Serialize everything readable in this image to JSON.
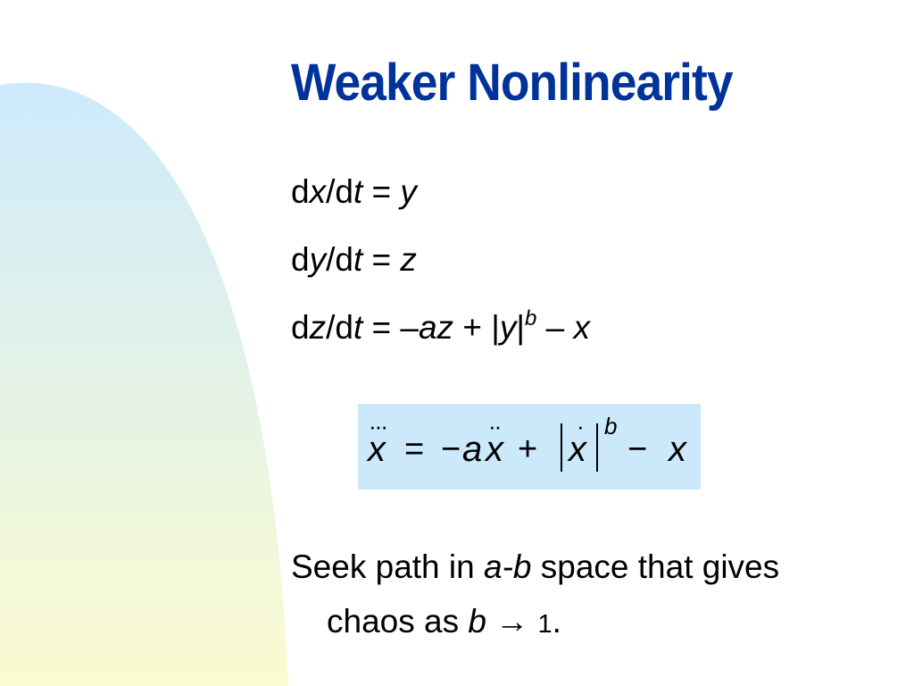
{
  "slide": {
    "title": "Weaker Nonlinearity",
    "equations": [
      {
        "d1": "d",
        "v1": "x",
        "slash": "/d",
        "v2": "t",
        "eq": " = ",
        "rhs": "y"
      },
      {
        "d1": "d",
        "v1": "y",
        "slash": "/d",
        "v2": "t",
        "eq": " = ",
        "rhs": "z"
      },
      {
        "d1": "d",
        "v1": "z",
        "slash": "/d",
        "v2": "t",
        "eq": " = ",
        "minus": "–",
        "a": "a",
        "z": "z",
        "plus": " + |",
        "y": "y",
        "bar": "|",
        "b": "b",
        "minus2": " – ",
        "x": "x"
      }
    ],
    "boxed_formula": {
      "x_lhs": "x",
      "dots_lhs": "···",
      "equals": "=",
      "neg": "−",
      "a": "a",
      "x_mid": "x",
      "dots_mid": "··",
      "plus": "+",
      "x_abs": "x",
      "dot_abs": "·",
      "exp": "b",
      "minus": "−",
      "x_end": "x"
    },
    "body": {
      "p1": "Seek path in ",
      "a": "a",
      "dash": "-",
      "b": "b",
      "p2": " space that gives",
      "p3": "chaos as ",
      "b2": "b",
      "arrow": " → ",
      "one": "1",
      "period": "."
    },
    "colors": {
      "title": "#003399",
      "formula_box": "#cce8fb",
      "decor_top": "#cdeafc",
      "decor_bottom": "#fbfbd0"
    }
  }
}
